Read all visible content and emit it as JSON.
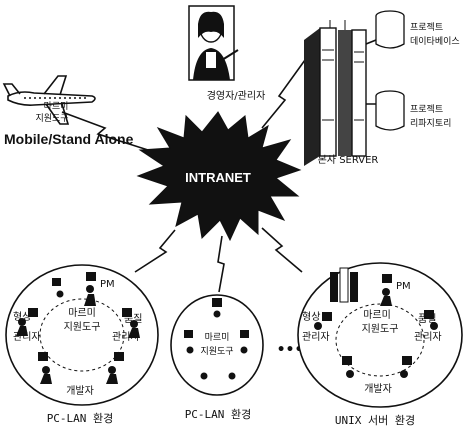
{
  "center": {
    "label": "INTRANET"
  },
  "mobile": {
    "plane_text_line1": "마르미",
    "plane_text_line2": "지원도구",
    "label": "Mobile/Stand Alone"
  },
  "manager": {
    "label": "경영자/관리자"
  },
  "server": {
    "label": "본사 SERVER",
    "db1": {
      "line1": "프로젝트",
      "line2": "데이타베이스"
    },
    "db2": {
      "line1": "프로젝트",
      "line2": "리파지토리"
    }
  },
  "pc_lan_left": {
    "pm": "PM",
    "center_line1": "마르미",
    "center_line2": "지원도구",
    "left_role_line1": "형상",
    "left_role_line2": "관리자",
    "right_role_line1": "품질",
    "right_role_line2": "관리자",
    "bottom_role": "개발자",
    "caption": "PC-LAN 환경"
  },
  "pc_lan_mid": {
    "center_line1": "마르미",
    "center_line2": "지원도구",
    "caption": "PC-LAN 환경"
  },
  "ellipsis": "•••",
  "unix": {
    "pm": "PM",
    "center_line1": "마르미",
    "center_line2": "지원도구",
    "left_role_line1": "형상",
    "left_role_line2": "관리자",
    "right_role_line1": "품질",
    "right_role_line2": "관리자",
    "bottom_role": "개발자",
    "caption": "UNIX 서버 환경"
  }
}
